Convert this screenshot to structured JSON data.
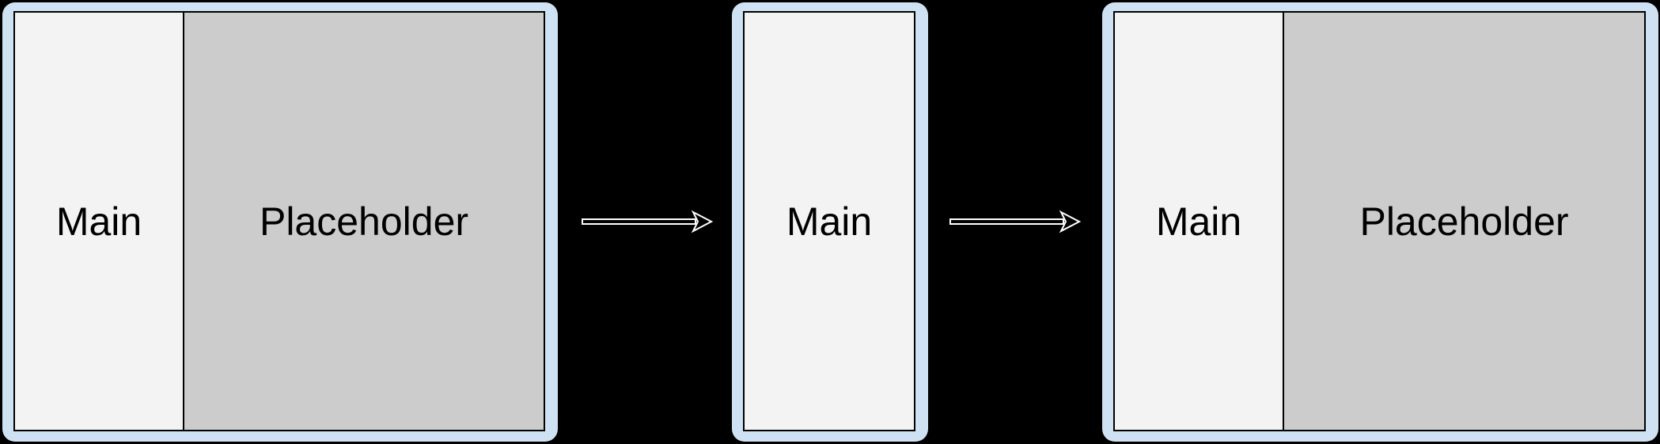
{
  "colors": {
    "background": "#000000",
    "frame": "#cfe2f3",
    "main": "#f3f3f3",
    "placeholder": "#cccccc",
    "outline": "#000000",
    "text": "#000000",
    "arrow_fill": "#000000",
    "arrow_stroke": "#ffffff"
  },
  "diagram": {
    "panels": [
      {
        "sections": [
          {
            "label": "Main"
          },
          {
            "label": "Placeholder"
          }
        ]
      },
      {
        "sections": [
          {
            "label": "Main"
          }
        ]
      },
      {
        "sections": [
          {
            "label": "Main"
          },
          {
            "label": "Placeholder"
          }
        ]
      }
    ],
    "arrows": [
      {
        "direction": "right"
      },
      {
        "direction": "right"
      }
    ]
  }
}
